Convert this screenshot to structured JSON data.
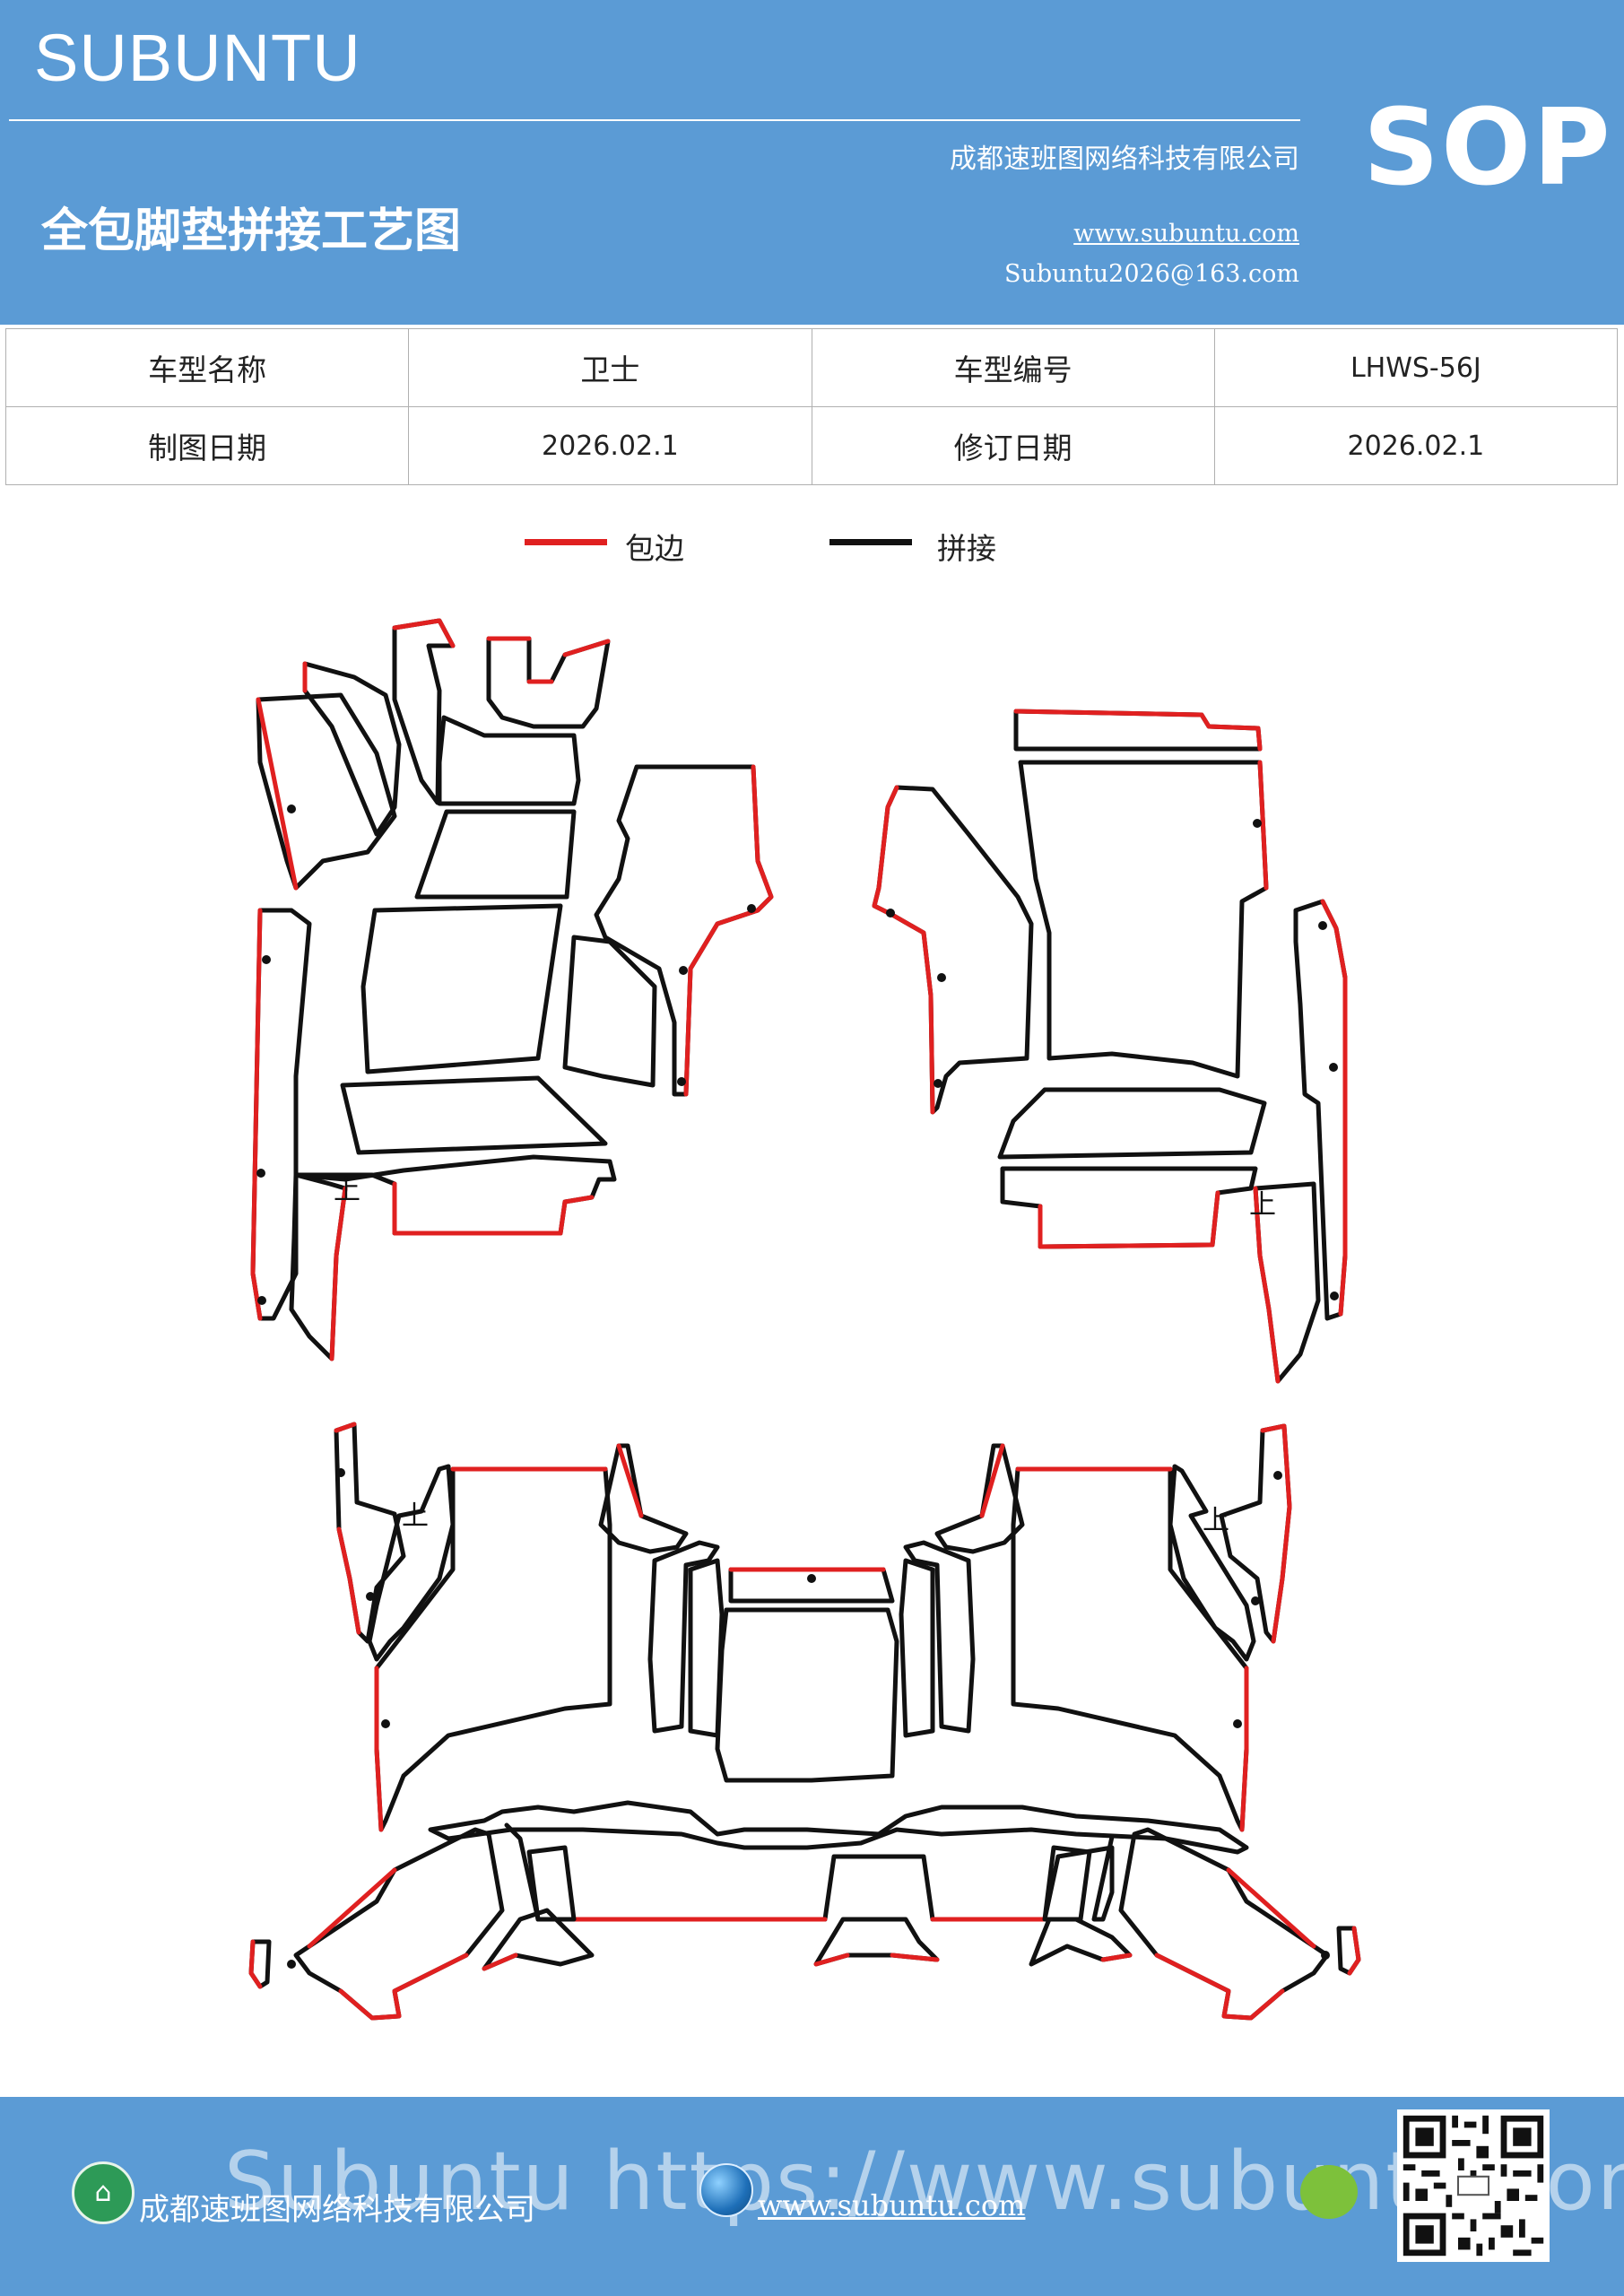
{
  "header": {
    "brand": "SUBUNTU",
    "sop": "SOP",
    "company": "成都速班图网络科技有限公司",
    "title": "全包脚垫拼接工艺图",
    "website": "www.subuntu.com",
    "email": "Subuntu2026@163.com"
  },
  "info_table": {
    "rows": [
      [
        "车型名称",
        "卫士",
        "车型编号",
        "LHWS-56J"
      ],
      [
        "制图日期",
        "2026.02.1",
        "修订日期",
        "2026.02.1"
      ]
    ]
  },
  "legend": [
    {
      "label": "包边",
      "color": "#e02020"
    },
    {
      "label": "拼接",
      "color": "#111111"
    }
  ],
  "diagram": {
    "marks": [
      "上",
      "上",
      "上",
      "上"
    ],
    "edge_color": "#e02020",
    "seam_color": "#111111"
  },
  "footer": {
    "company": "成都速班图网络科技有限公司",
    "website": "www.subuntu.com",
    "watermark": "Subuntu https://www.subuntu.com"
  },
  "colors": {
    "header_bg": "#5b9bd5",
    "footer_bg": "#5b9bd5"
  },
  "icons": [
    "building-icon",
    "globe-icon",
    "wechat-icon",
    "qr-code-icon"
  ]
}
